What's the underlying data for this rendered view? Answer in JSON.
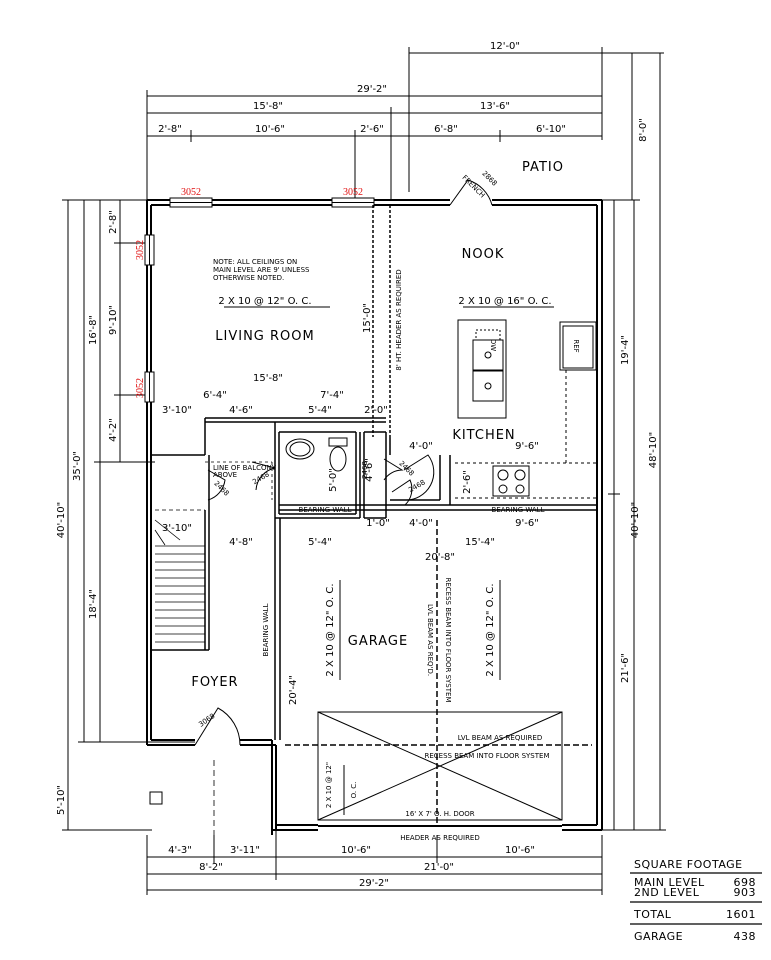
{
  "dimensions": {
    "top_patio": "12'-0\"",
    "top_overall": "29'-2\"",
    "top_left": "15'-8\"",
    "top_right": "13'-6\"",
    "top_seg1": "2'-8\"",
    "top_seg2": "10'-6\"",
    "top_seg3": "2'-6\"",
    "top_seg4": "6'-8\"",
    "top_seg5": "6'-10\"",
    "right_patio": "8'-0\"",
    "right_overall": "48'-10\"",
    "right_kitchen": "19'-4\"",
    "right_house": "40'-10\"",
    "right_garage": "21'-6\"",
    "left_overall": "40'-10\"",
    "left_35": "35'-0\"",
    "left_16_8": "16'-8\"",
    "left_2_8": "2'-8\"",
    "left_9_10": "9'-10\"",
    "left_4_2": "4'-2\"",
    "left_18_4": "18'-4\"",
    "left_5_10": "5'-10\"",
    "living_width": "15'-8\"",
    "living_depth": "15'-0\"",
    "int_6_4": "6'-4\"",
    "int_7_4": "7'-4\"",
    "int_3_10a": "3'-10\"",
    "int_4_6": "4'-6\"",
    "int_5_4a": "5'-4\"",
    "int_2_0": "2'-0\"",
    "int_4_0a": "4'-0\"",
    "int_9_6a": "9'-6\"",
    "int_4_6v": "4'-6\"",
    "int_5_0": "5'-0\"",
    "int_2_6": "2'-6\"",
    "int_1_0": "1'-0\"",
    "int_4_0b": "4'-0\"",
    "int_9_6b": "9'-6\"",
    "int_15_4": "15'-4\"",
    "int_3_10b": "3'-10\"",
    "int_4_8": "4'-8\"",
    "int_5_4b": "5'-4\"",
    "int_20_8": "20'-8\"",
    "int_20_4": "20'-4\"",
    "bot_4_3": "4'-3\"",
    "bot_3_11": "3'-11\"",
    "bot_10_6a": "10'-6\"",
    "bot_10_6b": "10'-6\"",
    "bot_8_2": "8'-2\"",
    "bot_21_0": "21'-0\"",
    "bot_29_2": "29'-2\""
  },
  "windows": {
    "w1": "3052",
    "w2": "3052",
    "w3": "3052",
    "w4": "3052"
  },
  "rooms": {
    "patio": "PATIO",
    "nook": "NOOK",
    "living": "LIVING ROOM",
    "kitchen": "KITCHEN",
    "garage": "GARAGE",
    "foyer": "FOYER"
  },
  "notes": {
    "ceiling_1": "NOTE: ALL CEILINGS ON",
    "ceiling_2": "MAIN LEVEL ARE 9' UNLESS",
    "ceiling_3": "OTHERWISE NOTED.",
    "joist_living": "2 X 10 @ 12\" O. C.",
    "joist_nook": "2 X 10 @ 16\" O. C.",
    "header_8ht": "8' HT. HEADER AS REQUIRED",
    "bearing_wall_1": "BEARING WALL",
    "bearing_wall_2": "BEARING WALL",
    "bearing_wall_v": "BEARING WALL",
    "balcony_1": "LINE OF BALCONY",
    "balcony_2": "ABOVE",
    "garage_joist_1": "2 X 10 @ 12\" O. C.",
    "garage_joist_2": "2 X 10 @ 12\" O. C.",
    "lvl_v_1": "LVL BEAM AS REQ'D.",
    "lvl_v_2": "RECESS BEAM INTO FLOOR SYSTEM",
    "lvl_h": "LVL BEAM AS REQUIRED",
    "recess_h": "RECESS BEAM INTO FLOOR SYSTEM",
    "garage_joist_3": "2 X 10 @ 12\"",
    "garage_joist_3b": "O. C.",
    "ohdoor": "16' X 7' O. H. DOOR",
    "header_req": "HEADER AS REQUIRED",
    "french": "FRENCH",
    "door_2868": "2868",
    "door_2468a": "2468",
    "door_2468b": "2468",
    "door_2468c": "2468",
    "door_2468d": "2468",
    "door_3068": "3068",
    "door_2468e": "2468",
    "ref": "REF",
    "dw": "DW"
  },
  "square_footage": {
    "title": "SQUARE FOOTAGE",
    "main_label": "MAIN LEVEL",
    "main_value": "698",
    "second_label": "2ND LEVEL",
    "second_value": "903",
    "total_label": "TOTAL",
    "total_value": "1601",
    "garage_label": "GARAGE",
    "garage_value": "438"
  }
}
